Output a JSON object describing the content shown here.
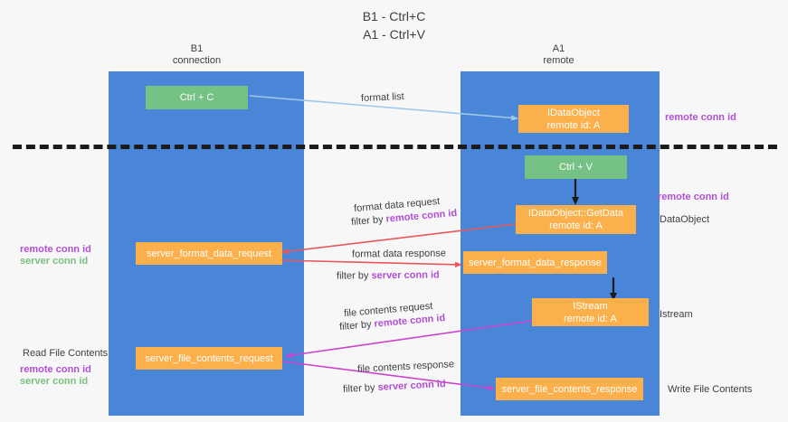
{
  "title": {
    "line1": "B1 - Ctrl+C",
    "line2": "A1 - Ctrl+V"
  },
  "lanes": [
    {
      "name": "B1",
      "sub": "connection"
    },
    {
      "name": "A1",
      "sub": "remote"
    }
  ],
  "boxes": {
    "ctrl_c": {
      "l1": "Ctrl + C",
      "l2": ""
    },
    "idataobject": {
      "l1": "IDataObject",
      "l2": "remote id: A"
    },
    "ctrl_v": {
      "l1": "Ctrl + V",
      "l2": ""
    },
    "getdata": {
      "l1": "IDataObject::GetData",
      "l2": "remote id: A"
    },
    "fmt_req": {
      "l1": "server_format_data_request",
      "l2": ""
    },
    "fmt_resp": {
      "l1": "server_format_data_response",
      "l2": ""
    },
    "istream": {
      "l1": "IStream",
      "l2": "remote id: A"
    },
    "file_req": {
      "l1": "server_file_contents_request",
      "l2": ""
    },
    "file_resp": {
      "l1": "server_file_contents_response",
      "l2": ""
    }
  },
  "edge_labels": {
    "format_list": "format list",
    "fmt_data_request": "format data request",
    "fmt_data_request_filter_prefix": "filter by ",
    "fmt_data_request_filter_key": "remote conn id",
    "fmt_data_response": "format data response",
    "fmt_data_response_filter_prefix": "filter by ",
    "fmt_data_response_filter_key": "server conn id",
    "file_contents_request": "file contents request",
    "file_contents_request_filter_prefix": "filter by ",
    "file_contents_request_filter_key": "remote conn id",
    "file_contents_response": "file contents response",
    "file_contents_response_filter_prefix": "filter by ",
    "file_contents_response_filter_key": "server conn id"
  },
  "side_labels": {
    "right_remote_conn_top": "remote conn id",
    "right_remote_conn_mid": "remote conn id",
    "right_dataobject": "DataObject",
    "right_istream": "Istream",
    "right_write_file": "Write File Contents",
    "left_remote_conn": "remote conn id",
    "left_server_conn": "server conn id",
    "left_read_file": "Read File Contents",
    "left_remote_conn2": "remote conn id",
    "left_server_conn2": "server conn id"
  },
  "colors": {
    "lane": "#4a86d8",
    "green_box": "#76c184",
    "orange_box": "#fbb04c",
    "purple_text": "#b24fd4",
    "green_text": "#7ac17f",
    "arrow_blue": "#9fc7ea",
    "arrow_red": "#e8575b",
    "arrow_magenta": "#cc44cc",
    "arrow_black": "#1b1b1b",
    "background": "#f7f7f7"
  }
}
